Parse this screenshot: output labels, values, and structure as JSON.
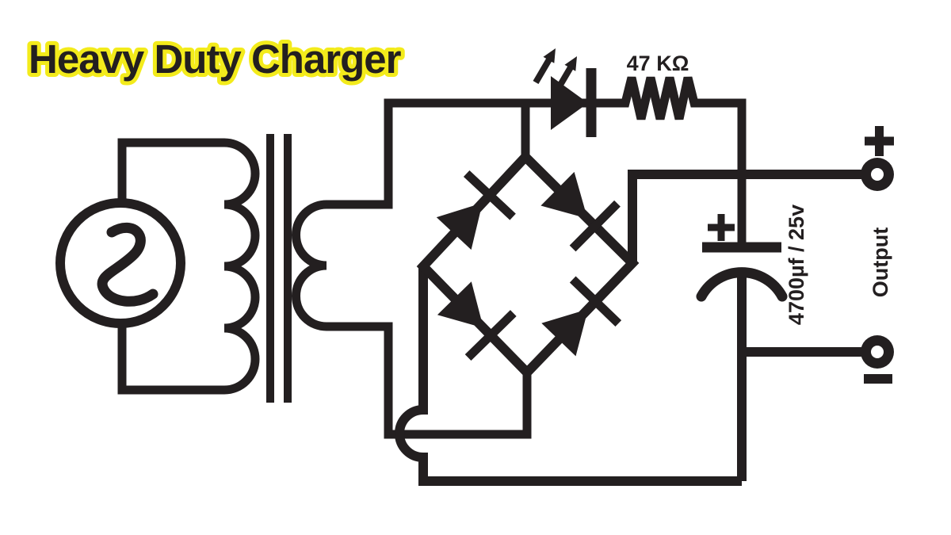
{
  "title": "Heavy Duty Charger",
  "colors": {
    "ink": "#231f20",
    "background": "#ffffff",
    "title_fill": "#231f20",
    "title_outline": "#f3eb1b"
  },
  "schematic": {
    "resistor_label": "47 KΩ",
    "capacitor_label": "4700µf / 25v",
    "output_label": "Output",
    "positive_sign": "+",
    "negative_sign": "−",
    "components": [
      "ac-source",
      "transformer",
      "bridge-rectifier-4-diodes",
      "led",
      "resistor",
      "electrolytic-capacitor",
      "output-terminal-positive",
      "output-terminal-negative"
    ]
  }
}
